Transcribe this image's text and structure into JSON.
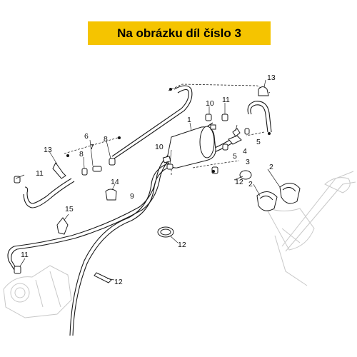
{
  "banner": {
    "text": "Na obrázku díl číslo 3"
  },
  "callouts": [
    {
      "id": "c13a",
      "text": "13"
    },
    {
      "id": "c10a",
      "text": "10"
    },
    {
      "id": "c11a",
      "text": "11"
    },
    {
      "id": "c1",
      "text": "1"
    },
    {
      "id": "c6",
      "text": "6"
    },
    {
      "id": "c7",
      "text": "7"
    },
    {
      "id": "c8a",
      "text": "8"
    },
    {
      "id": "c8b",
      "text": "8"
    },
    {
      "id": "c13b",
      "text": "13"
    },
    {
      "id": "c11b",
      "text": "11"
    },
    {
      "id": "c10b",
      "text": "10"
    },
    {
      "id": "c4",
      "text": "4"
    },
    {
      "id": "c5a",
      "text": "5"
    },
    {
      "id": "c5b",
      "text": "5"
    },
    {
      "id": "c3",
      "text": "3"
    },
    {
      "id": "c2a",
      "text": "2"
    },
    {
      "id": "c2b",
      "text": "2"
    },
    {
      "id": "c12a",
      "text": "12"
    },
    {
      "id": "c14",
      "text": "14"
    },
    {
      "id": "c9",
      "text": "9"
    },
    {
      "id": "c15",
      "text": "15"
    },
    {
      "id": "c11c",
      "text": "11"
    },
    {
      "id": "c12b",
      "text": "12"
    },
    {
      "id": "c12c",
      "text": "12"
    }
  ],
  "colors": {
    "banner": "#f5c400",
    "ink": "#1a1a1a",
    "ghost": "#c8c8c8"
  }
}
